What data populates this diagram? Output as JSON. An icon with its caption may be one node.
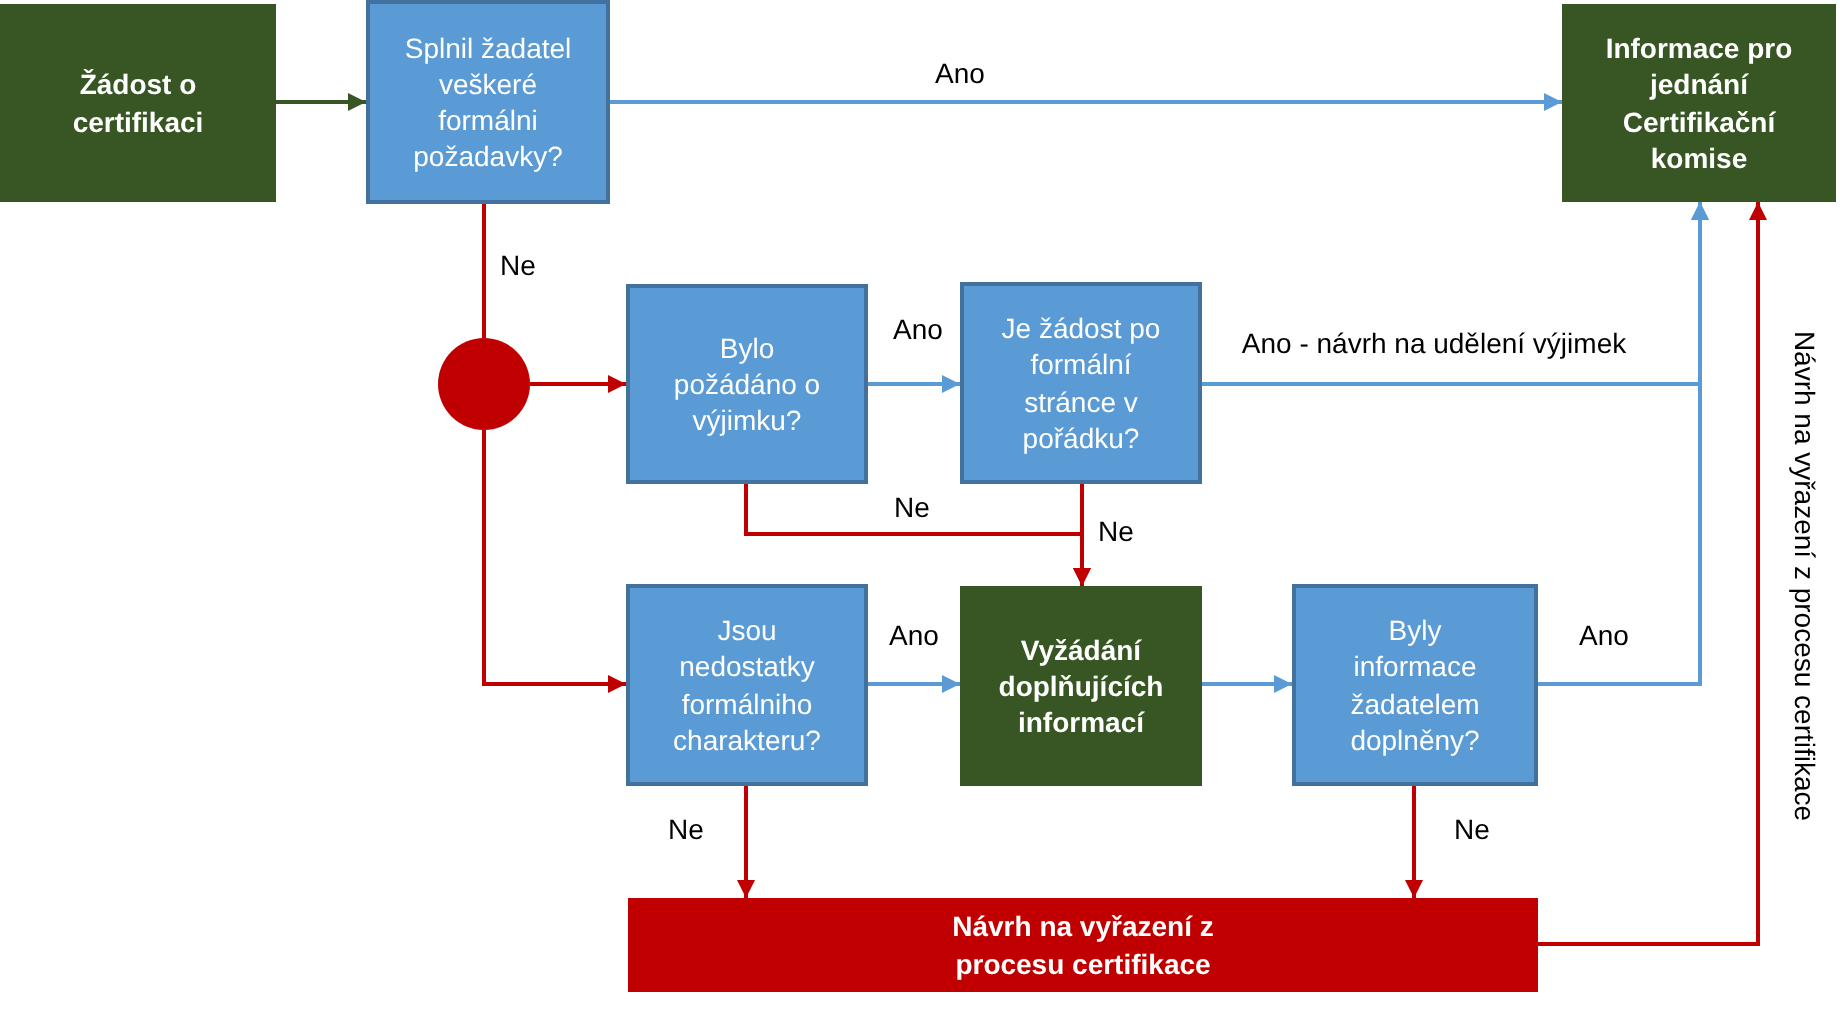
{
  "diagram": {
    "nodes": [
      {
        "text": [
          "Žádost o certifikaci"
        ]
      },
      {
        "text": [
          "Splnil žadatel veškeré formálni požadavky?"
        ]
      },
      {
        "text": [
          "Informace pro jednání Certifikační komise"
        ]
      },
      {
        "text": [],
        "shape": "circle"
      },
      {
        "text": [
          "Bylo požádáno o výjimku?"
        ]
      },
      {
        "text": [
          "Je žádost po formální stránce v pořádku?"
        ]
      },
      {
        "text": [
          "Jsou nedostatky formálniho charakteru?"
        ]
      },
      {
        "text": [
          "Vyžádání doplňujících informací"
        ]
      },
      {
        "text": [
          "Byly informace žadatelem doplněny?"
        ]
      },
      {
        "text": [
          "Návrh na vyřazení z procesu certifikace"
        ]
      }
    ],
    "edges": [
      {
        "from": 0,
        "to": 1,
        "arrow": "to",
        "color": "#375623"
      },
      {
        "from": 1,
        "to": 2,
        "label": "Ano",
        "arrow": "to",
        "color": "#5b9bd5"
      },
      {
        "from": 1,
        "to": 3,
        "label": "Ne",
        "arrow": "none"
      },
      {
        "from": 3,
        "to": 4,
        "arrow": "to"
      },
      {
        "from": 3,
        "to": 6,
        "arrow": "to"
      },
      {
        "from": 4,
        "to": 5,
        "label": "Ano",
        "arrow": "to",
        "color": "#5b9bd5"
      },
      {
        "from": 4,
        "to": 7,
        "label": "Ne",
        "arrow": "to"
      },
      {
        "from": 5,
        "to": 7,
        "label": "Ne",
        "arrow": "to"
      },
      {
        "from": 5,
        "to": 2,
        "label": "Ano - návrh na udělení výjimek",
        "arrow": "to",
        "color": "#5b9bd5"
      },
      {
        "from": 6,
        "to": 7,
        "label": "Ano",
        "arrow": "to",
        "color": "#5b9bd5"
      },
      {
        "from": 7,
        "to": 8,
        "arrow": "to",
        "color": "#5b9bd5"
      },
      {
        "from": 8,
        "to": 2,
        "label": "Ano",
        "arrow": "to",
        "color": "#5b9bd5"
      },
      {
        "from": 6,
        "to": 9,
        "label": "Ne",
        "arrow": "to"
      },
      {
        "from": 8,
        "to": 9,
        "label": "Ne",
        "arrow": "to"
      },
      {
        "from": 9,
        "to": 2,
        "label": "Návrh na vyřazení z procesu certifikace",
        "arrow": "to"
      }
    ]
  }
}
